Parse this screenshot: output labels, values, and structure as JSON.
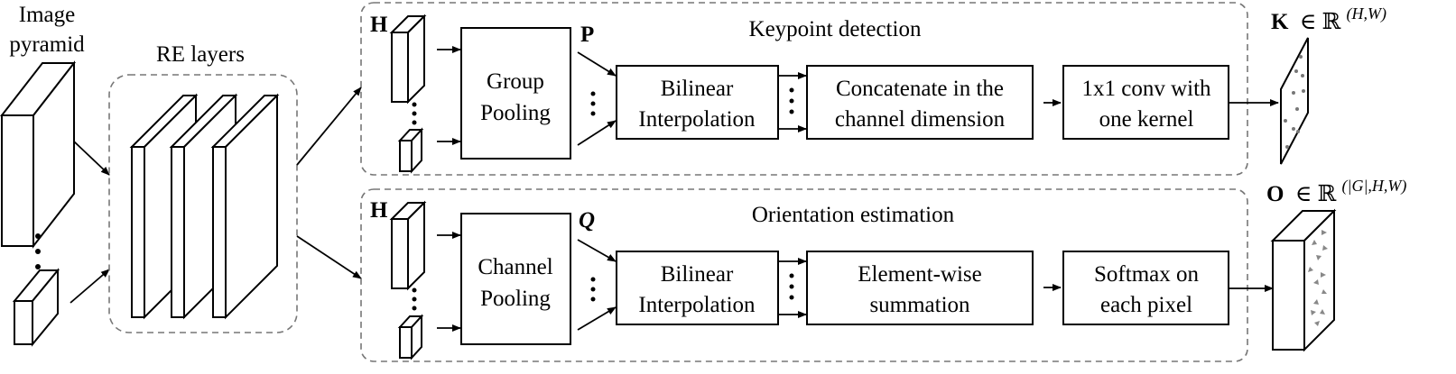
{
  "inputs": {
    "image_pyramid_line1": "Image",
    "image_pyramid_line2": "pyramid",
    "re_layers": "RE layers"
  },
  "top_branch": {
    "title": "Keypoint detection",
    "input_symbol": "H",
    "pooling_line1": "Group",
    "pooling_line2": "Pooling",
    "pooled_symbol": "P",
    "interp_line1": "Bilinear",
    "interp_line2": "Interpolation",
    "combine_line1": "Concatenate in the",
    "combine_line2": "channel dimension",
    "final_line1": "1x1 conv with",
    "final_line2": "one kernel",
    "output_symbol": "K",
    "output_set": "∈ ℝ",
    "output_dims": "(H,W)"
  },
  "bottom_branch": {
    "title": "Orientation estimation",
    "input_symbol": "H",
    "pooling_line1": "Channel",
    "pooling_line2": "Pooling",
    "pooled_symbol": "Q",
    "interp_line1": "Bilinear",
    "interp_line2": "Interpolation",
    "combine_line1": "Element-wise",
    "combine_line2": "summation",
    "final_line1": "Softmax on",
    "final_line2": "each pixel",
    "output_symbol": "O",
    "output_set": "∈ ℝ",
    "output_dims": "(|G|,H,W)"
  }
}
